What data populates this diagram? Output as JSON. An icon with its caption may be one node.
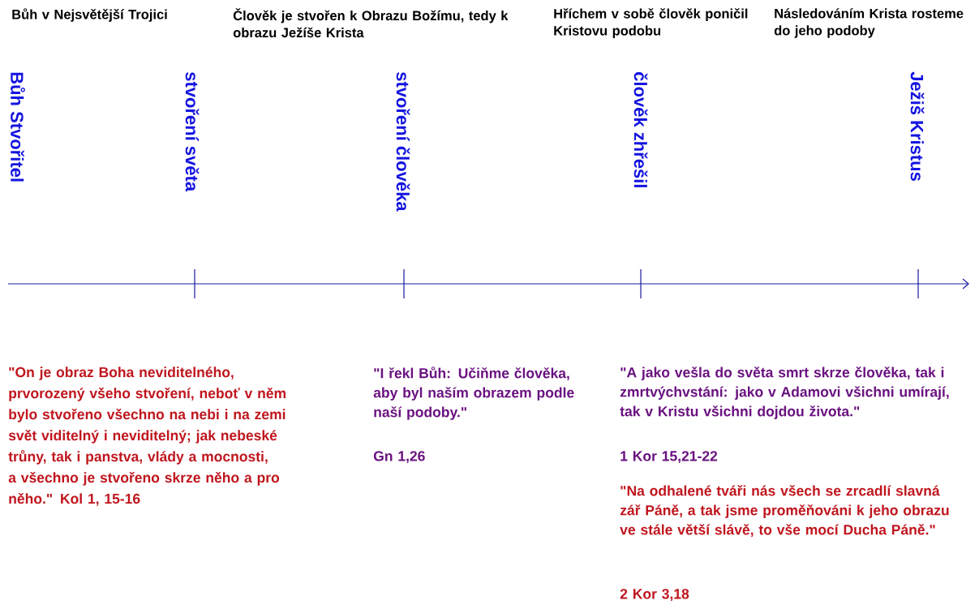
{
  "diagram": {
    "labels": [
      "Bůh v Nejsvětější Trojici",
      "Člověk je stvořen k Obrazu Božímu, tedy k obrazu Ježíše Krista",
      "Hříchem v sobě člověk poničil Kristovu podobu",
      "Následováním Krista rosteme do jeho podoby",
      "Bůh Stvořitel",
      "stvoření světa",
      "stvoření člověka",
      "člověk zhřešil",
      "Ježiš Kristus",
      "\"On je obraz Boha neviditelného, prvorozený všeho stvoření, neboť v něm bylo stvořeno všechno na nebi i na zemi svět viditelný i neviditelný; jak nebeské trůny, tak i panstva, vlády a mocnosti, a všechno je stvořeno skrze něho a pro něho.\"  Kol 1, 15-16",
      "\"I řekl Bůh: Učiňme člověka, aby byl naším obrazem podle naší podoby.\"",
      "Gn 1,26",
      "\"A jako vešla do světa smrt skrze člověka, tak i zmrtvýchvstání: jako v Adamovi všichni umírají, tak v Kristu všichni dojdou života.\"",
      "1 Kor 15,21-22",
      "\"Na odhalené tváři nás všech se zrcadlí slavná zář Páně, a tak jsme proměňováni k jeho obrazu ve stále větší slávě, to vše mocí Ducha Páně.\"",
      "2 Kor 3,18"
    ]
  }
}
